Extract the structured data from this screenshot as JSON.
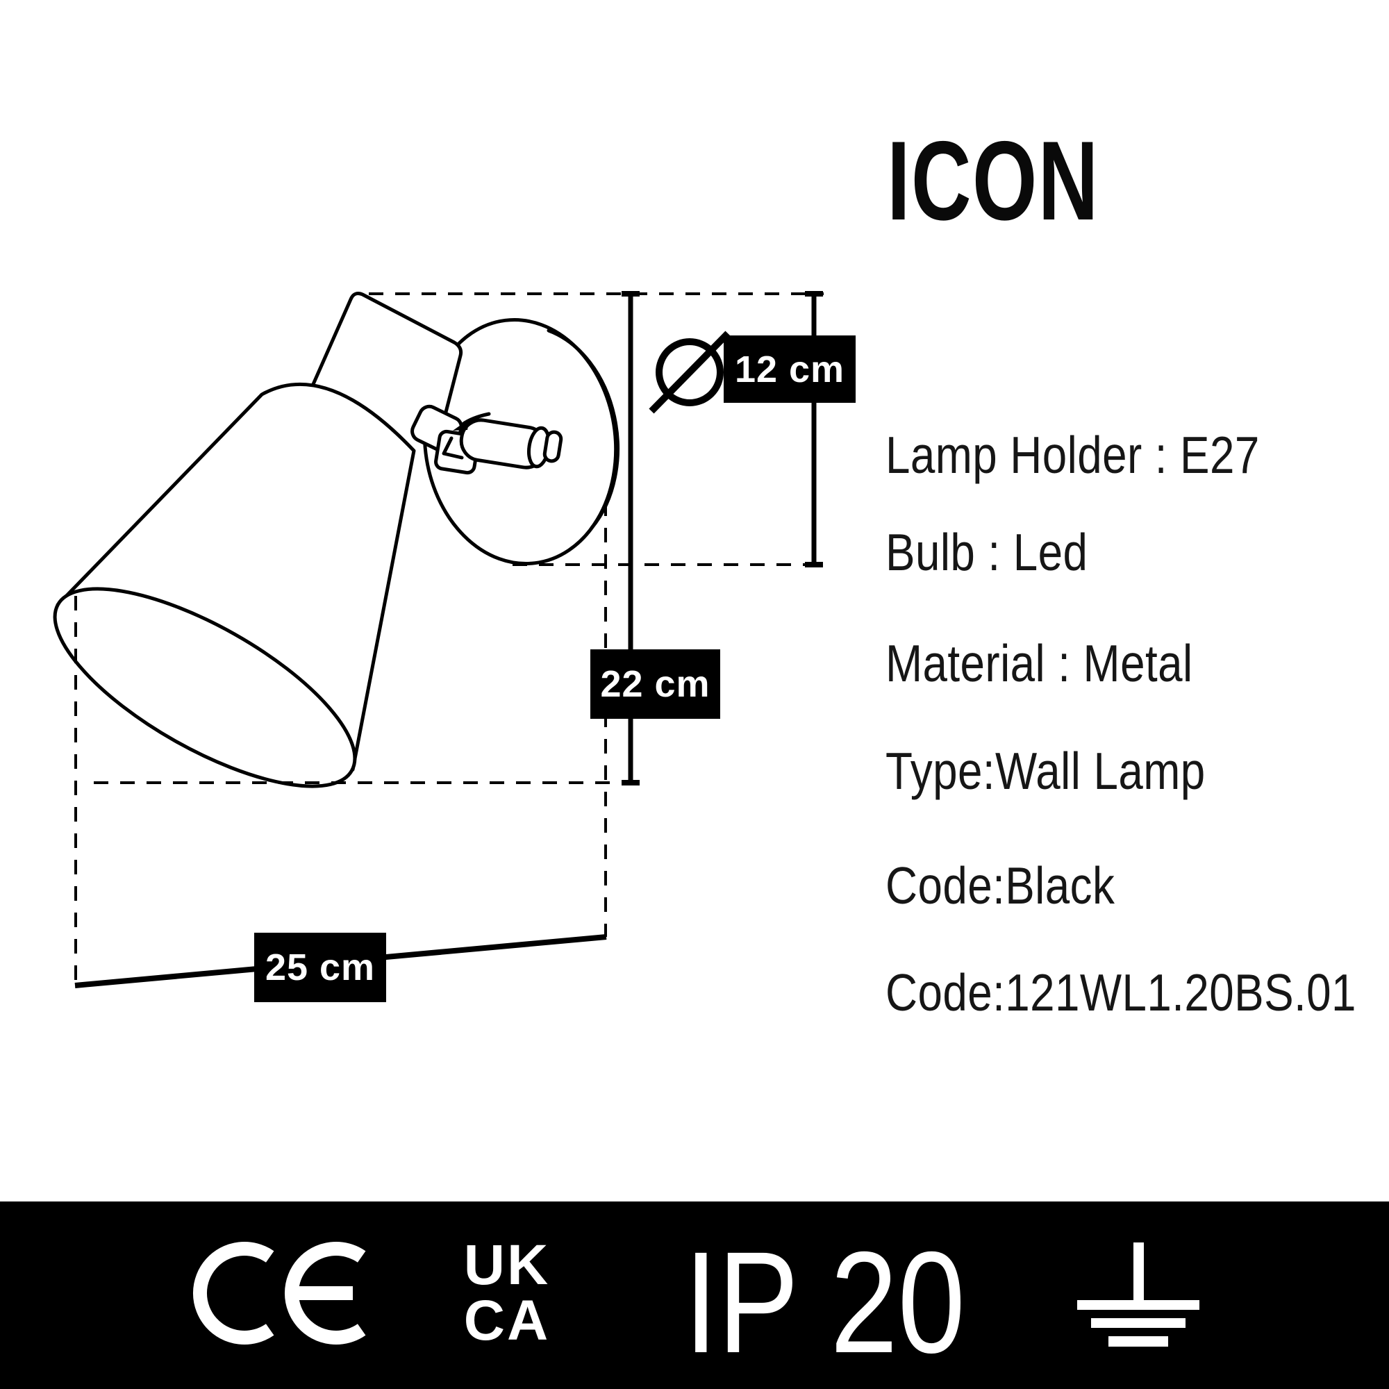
{
  "title": "ICON",
  "specs": [
    "Lamp Holder : E27",
    "Bulb : Led",
    "Material : Metal",
    "Type:Wall Lamp",
    "Code:Black",
    "Code:121WL1.20BS.01"
  ],
  "drawing": {
    "type": "wall lamp technical line drawing",
    "dimension_labels": {
      "diameter": "12 cm",
      "height": "22 cm",
      "depth": "25 cm"
    },
    "diameter_symbol_icon": "diameter-circle-slash"
  },
  "footer": {
    "icons": [
      "ce-mark",
      "ukca-mark",
      "ip-rating",
      "earth-ground"
    ],
    "ukca": {
      "line1": "UK",
      "line2": "CA"
    },
    "ip_rating": "IP 20"
  },
  "colors": {
    "background": "#ffffff",
    "ink": "#000000",
    "footer_bg": "#000000",
    "label_bg": "#000000",
    "label_text": "#ffffff"
  }
}
